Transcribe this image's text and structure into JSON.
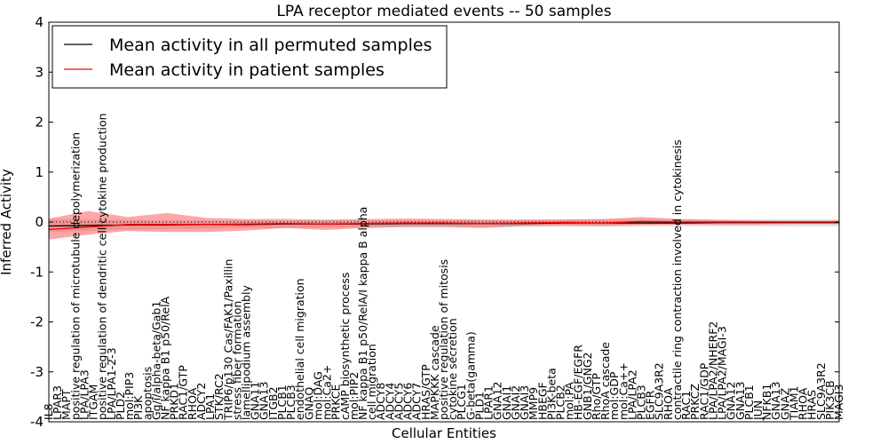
{
  "chart_data": {
    "type": "line",
    "title": "LPA receptor mediated events -- 50 samples",
    "xlabel": "Cellular Entities",
    "ylabel": "Inferred Activity",
    "ylim": [
      -4,
      4
    ],
    "yticks": [
      -4,
      -3,
      -2,
      -1,
      0,
      1,
      2,
      3,
      4
    ],
    "grid": false,
    "legend_position": "top-left",
    "legend": [
      {
        "label": "Mean activity in all permuted samples",
        "color": "#000000"
      },
      {
        "label": "Mean activity in patient samples",
        "color": "#ff0000"
      }
    ],
    "categories": [
      "IL8",
      "LPAR3",
      "MAPT",
      "positive regulation of microtubule depolymerization",
      "LPA/LPA3",
      "ITGAM",
      "positive regulation of dendritic cell cytokine production",
      "LPA/LPA1-2-3",
      "PLD2",
      "mol:PIP3",
      "PI3K",
      "apoptosis",
      "Gq/i/alpha-beta/Gab1",
      "NF kappa B1 p50/RelA",
      "PRKD1",
      "RAC1/GTP",
      "RHOA",
      "ADCY2",
      "LPA1",
      "STK/RC2",
      "TRIP6/p130 Cas/FAK1/Paxillin",
      "stress fiber formation",
      "lamellipodium assembly",
      "GNA11",
      "GNA13",
      "ITGB2",
      "PLCB1",
      "PLCB3",
      "endothelial cell migration",
      "GNAQ",
      "mol:DAG",
      "mol:Ca2+",
      "PRKCE",
      "cAMP biosynthetic process",
      "mol:PIP2",
      "NF kappa B1 p50/RelA/I kappa B alpha",
      "cell migration",
      "ADCY8",
      "ADCY4",
      "ADCY5",
      "ADCY6",
      "ADCY7",
      "HRAS/GTP",
      "MAPKKK cascade",
      "positive regulation of mitosis",
      "cytokine secretion",
      "PLCG1",
      "G-beta(gamma)",
      "PLD1",
      "LPAR1",
      "GNA12",
      "GNAI1",
      "GNAI2",
      "GNAI3",
      "MMP9",
      "HBEGF",
      "PI3K-beta",
      "PLCB2",
      "mol:PA",
      "HB-EGF/EGFR",
      "GNB1/GNG2",
      "Rho/GTP",
      "RhoA cascade",
      "mol:GDP",
      "mol:Ca++",
      "LPA/LPA2",
      "PLCB3",
      "EGFR",
      "SLC9A3R2",
      "RHOA",
      "contractile ring contraction involved in cytokinesis",
      "RAC1",
      "PRKCZ",
      "RAC1/GDP",
      "LPA/LPA2/NHERF2",
      "LPA/LPA2/MAGI-3",
      "GNA12",
      "GNA13",
      "PLCB1",
      "JUN",
      "NFKB1",
      "GNA13",
      "GNAZ",
      "TIAM1",
      "RHOA",
      "HRAS",
      "SLC9A3R2",
      "PIK3CB",
      "MAGI3"
    ],
    "series": [
      {
        "name": "Mean activity in all permuted samples",
        "color": "#000000",
        "x_index": [
          0,
          5,
          10,
          15,
          20,
          25,
          30,
          35,
          40,
          45,
          50,
          55,
          60,
          65,
          70,
          75,
          80,
          85,
          90,
          95,
          100
        ],
        "values": [
          -0.08,
          -0.07,
          -0.06,
          -0.06,
          -0.05,
          -0.05,
          -0.04,
          -0.04,
          -0.04,
          -0.03,
          -0.03,
          -0.03,
          -0.03,
          -0.02,
          -0.02,
          -0.02,
          -0.02,
          -0.01,
          -0.01,
          -0.01,
          -0.01
        ],
        "band_lower": [
          -0.2,
          -0.18,
          -0.15,
          -0.14,
          -0.13,
          -0.12,
          -0.12,
          -0.11,
          -0.11,
          -0.1,
          -0.1,
          -0.1,
          -0.1,
          -0.09,
          -0.09,
          -0.09,
          -0.09,
          -0.09,
          -0.09,
          -0.09,
          -0.09
        ],
        "band_upper": [
          0.06,
          0.05,
          0.04,
          0.03,
          0.03,
          0.03,
          0.03,
          0.03,
          0.03,
          0.04,
          0.04,
          0.04,
          0.04,
          0.05,
          0.05,
          0.05,
          0.05,
          0.05,
          0.05,
          0.05,
          0.05
        ]
      },
      {
        "name": "Mean activity in patient samples",
        "color": "#ff0000",
        "x_index": [
          0,
          5,
          10,
          15,
          20,
          25,
          30,
          35,
          40,
          45,
          50,
          55,
          60,
          65,
          70,
          75,
          80,
          85,
          90,
          95,
          100
        ],
        "values": [
          -0.15,
          -0.1,
          -0.05,
          -0.05,
          -0.05,
          -0.04,
          -0.03,
          -0.04,
          -0.03,
          -0.02,
          -0.02,
          -0.03,
          -0.02,
          -0.01,
          -0.02,
          0.01,
          0.0,
          0.0,
          0.0,
          0.0,
          0.0
        ],
        "band_lower": [
          -0.35,
          -0.25,
          -0.18,
          -0.2,
          -0.2,
          -0.17,
          -0.12,
          -0.16,
          -0.12,
          -0.1,
          -0.1,
          -0.12,
          -0.08,
          -0.07,
          -0.08,
          -0.06,
          -0.05,
          -0.05,
          -0.05,
          -0.04,
          -0.04
        ],
        "band_upper": [
          0.07,
          0.22,
          0.1,
          0.18,
          0.08,
          0.06,
          0.06,
          0.05,
          0.06,
          0.07,
          0.06,
          0.05,
          0.05,
          0.05,
          0.06,
          0.1,
          0.06,
          0.04,
          0.03,
          0.03,
          0.03
        ]
      }
    ]
  }
}
